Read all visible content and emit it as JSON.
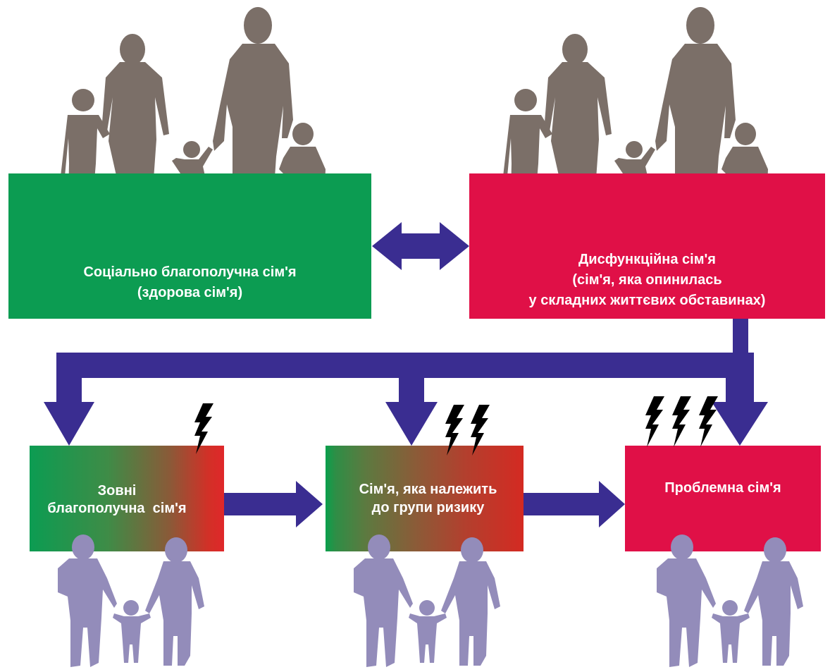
{
  "nodes": {
    "healthy_family": {
      "line1": "Соціально благополучна сім'я",
      "line2": "(здорова сім'я)",
      "color": "#0c9c52"
    },
    "dysfunctional_family": {
      "line1": "Дисфункційна сім'я",
      "line2": "(сім'я, яка опинилась",
      "line3": "у складних життєвих обставинах)",
      "color": "#e01047"
    },
    "outwardly_healthy_family": {
      "line1": "Зовні",
      "line2": "благополучна  сім'я",
      "lightning_count": 1
    },
    "risk_group_family": {
      "line1": "Сім'я, яка належить",
      "line2": "до групи ризику",
      "lightning_count": 2
    },
    "problem_family": {
      "line1": "Проблемна сім'я",
      "color": "#e01047",
      "lightning_count": 3
    }
  },
  "edges": [
    {
      "from": "healthy_family",
      "to": "dysfunctional_family",
      "type": "bidirectional"
    },
    {
      "from": "dysfunctional_family",
      "to": "outwardly_healthy_family",
      "type": "directed"
    },
    {
      "from": "dysfunctional_family",
      "to": "risk_group_family",
      "type": "directed"
    },
    {
      "from": "dysfunctional_family",
      "to": "problem_family",
      "type": "directed"
    },
    {
      "from": "outwardly_healthy_family",
      "to": "risk_group_family",
      "type": "directed"
    },
    {
      "from": "risk_group_family",
      "to": "problem_family",
      "type": "directed"
    }
  ],
  "colors": {
    "arrow": "#3a2d91",
    "top_silhouettes": "#7b6f68",
    "bottom_silhouettes": "#938cba",
    "lightning": "#000000"
  },
  "icons": {
    "top_figures": "family-of-five-silhouette-icon",
    "bottom_figures": "family-of-three-silhouette-icon",
    "stress_marker": "lightning-bolt-icon"
  }
}
